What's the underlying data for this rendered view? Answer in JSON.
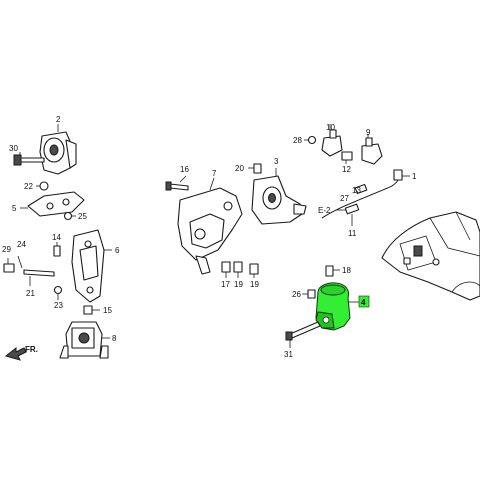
{
  "diagram": {
    "highlight_color": "#33ee33",
    "callouts": [
      {
        "id": "c2",
        "text": "2"
      },
      {
        "id": "c30",
        "text": "30"
      },
      {
        "id": "c22",
        "text": "22"
      },
      {
        "id": "c5",
        "text": "5"
      },
      {
        "id": "c25",
        "text": "25"
      },
      {
        "id": "c29",
        "text": "29"
      },
      {
        "id": "c24",
        "text": "24"
      },
      {
        "id": "c14",
        "text": "14"
      },
      {
        "id": "c6",
        "text": "6"
      },
      {
        "id": "c21",
        "text": "21"
      },
      {
        "id": "c23",
        "text": "23"
      },
      {
        "id": "c15",
        "text": "15"
      },
      {
        "id": "c8",
        "text": "8"
      },
      {
        "id": "c16",
        "text": "16"
      },
      {
        "id": "c7",
        "text": "7"
      },
      {
        "id": "c20",
        "text": "20"
      },
      {
        "id": "c3",
        "text": "3"
      },
      {
        "id": "c17",
        "text": "17"
      },
      {
        "id": "c19a",
        "text": "19"
      },
      {
        "id": "c19b",
        "text": "19"
      },
      {
        "id": "c28",
        "text": "28"
      },
      {
        "id": "c10",
        "text": "10"
      },
      {
        "id": "c9",
        "text": "9"
      },
      {
        "id": "c12",
        "text": "12"
      },
      {
        "id": "c1",
        "text": "1"
      },
      {
        "id": "c13",
        "text": "13"
      },
      {
        "id": "c27",
        "text": "27"
      },
      {
        "id": "ce2",
        "text": "E-2"
      },
      {
        "id": "c11",
        "text": "11"
      },
      {
        "id": "c18",
        "text": "18"
      },
      {
        "id": "c26",
        "text": "26"
      },
      {
        "id": "c4",
        "text": "4"
      },
      {
        "id": "c31",
        "text": "31"
      }
    ],
    "front_marker": "FR."
  }
}
